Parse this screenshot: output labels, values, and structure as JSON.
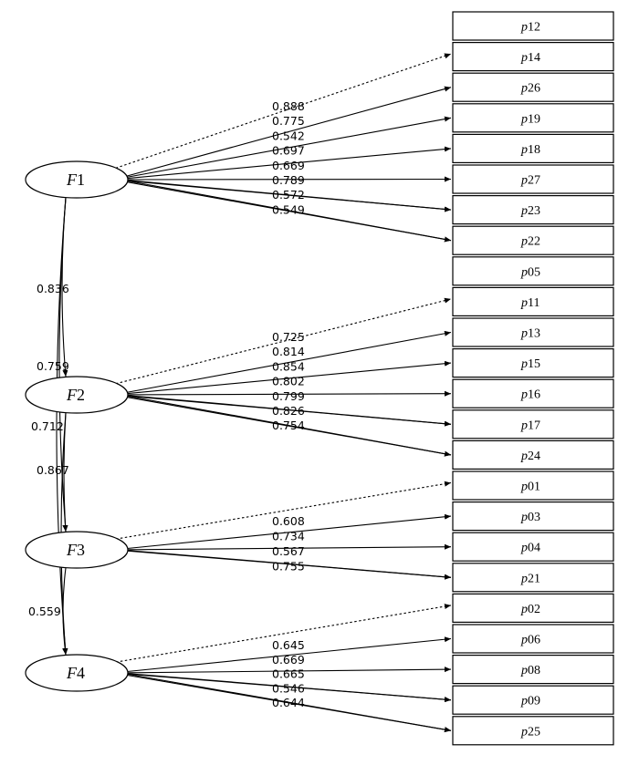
{
  "factors": [
    {
      "id": "F1",
      "prefix": "F",
      "num": "1"
    },
    {
      "id": "F2",
      "prefix": "F",
      "num": "2"
    },
    {
      "id": "F3",
      "prefix": "F",
      "num": "3"
    },
    {
      "id": "F4",
      "prefix": "F",
      "num": "4"
    }
  ],
  "items": [
    {
      "prefix": "p",
      "num": "12"
    },
    {
      "prefix": "p",
      "num": "14"
    },
    {
      "prefix": "p",
      "num": "26"
    },
    {
      "prefix": "p",
      "num": "19"
    },
    {
      "prefix": "p",
      "num": "18"
    },
    {
      "prefix": "p",
      "num": "27"
    },
    {
      "prefix": "p",
      "num": "23"
    },
    {
      "prefix": "p",
      "num": "22"
    },
    {
      "prefix": "p",
      "num": "05"
    },
    {
      "prefix": "p",
      "num": "11"
    },
    {
      "prefix": "p",
      "num": "13"
    },
    {
      "prefix": "p",
      "num": "15"
    },
    {
      "prefix": "p",
      "num": "16"
    },
    {
      "prefix": "p",
      "num": "17"
    },
    {
      "prefix": "p",
      "num": "24"
    },
    {
      "prefix": "p",
      "num": "01"
    },
    {
      "prefix": "p",
      "num": "03"
    },
    {
      "prefix": "p",
      "num": "04"
    },
    {
      "prefix": "p",
      "num": "21"
    },
    {
      "prefix": "p",
      "num": "02"
    },
    {
      "prefix": "p",
      "num": "06"
    },
    {
      "prefix": "p",
      "num": "08"
    },
    {
      "prefix": "p",
      "num": "09"
    },
    {
      "prefix": "p",
      "num": "25"
    }
  ],
  "loadings": [
    {
      "factor": "F1",
      "item": "14",
      "dashed": true
    },
    {
      "factor": "F1",
      "item": "26",
      "value": "0.888"
    },
    {
      "factor": "F1",
      "item": "19",
      "value": "0.775"
    },
    {
      "factor": "F1",
      "item": "18",
      "value": "0.542"
    },
    {
      "factor": "F1",
      "item": "27",
      "value": "0.697"
    },
    {
      "factor": "F1",
      "item": "23",
      "value": "0.669"
    },
    {
      "factor": "F1",
      "item": "22",
      "value": "0.789"
    },
    {
      "factor": "F1",
      "item": "22b",
      "value": "0.572"
    },
    {
      "factor": "F1",
      "item": "22c",
      "value": "0.549"
    },
    {
      "factor": "F2",
      "item": "11",
      "dashed": true
    },
    {
      "factor": "F2",
      "item": "13",
      "value": "0.725"
    },
    {
      "factor": "F2",
      "item": "15",
      "value": "0.814"
    },
    {
      "factor": "F2",
      "item": "16",
      "value": "0.854"
    },
    {
      "factor": "F2",
      "item": "17",
      "value": "0.802"
    },
    {
      "factor": "F2",
      "item": "24",
      "value": "0.799"
    },
    {
      "factor": "F2",
      "item": "24b",
      "value": "0.826"
    },
    {
      "factor": "F2",
      "item": "24c",
      "value": "0.754"
    },
    {
      "factor": "F3",
      "item": "01",
      "dashed": true
    },
    {
      "factor": "F3",
      "item": "03",
      "value": "0.608"
    },
    {
      "factor": "F3",
      "item": "04",
      "value": "0.734"
    },
    {
      "factor": "F3",
      "item": "21",
      "value": "0.567"
    },
    {
      "factor": "F3",
      "item": "21b",
      "value": "0.755"
    },
    {
      "factor": "F4",
      "item": "02",
      "dashed": true
    },
    {
      "factor": "F4",
      "item": "06",
      "value": "0.645"
    },
    {
      "factor": "F4",
      "item": "08",
      "value": "0.669"
    },
    {
      "factor": "F4",
      "item": "09",
      "value": "0.665"
    },
    {
      "factor": "F4",
      "item": "25",
      "value": "0.546"
    },
    {
      "factor": "F4",
      "item": "25b",
      "value": "0.644"
    }
  ],
  "correlations": [
    {
      "from": "F1",
      "to": "F2",
      "value": "0.836"
    },
    {
      "from": "F1",
      "to": "F3",
      "value": "0.759"
    },
    {
      "from": "F2",
      "to": "F3",
      "value": "0.712"
    },
    {
      "from": "F2",
      "to": "F4",
      "value": "0.867"
    },
    {
      "from": "F3",
      "to": "F4",
      "value": "0.559"
    }
  ]
}
